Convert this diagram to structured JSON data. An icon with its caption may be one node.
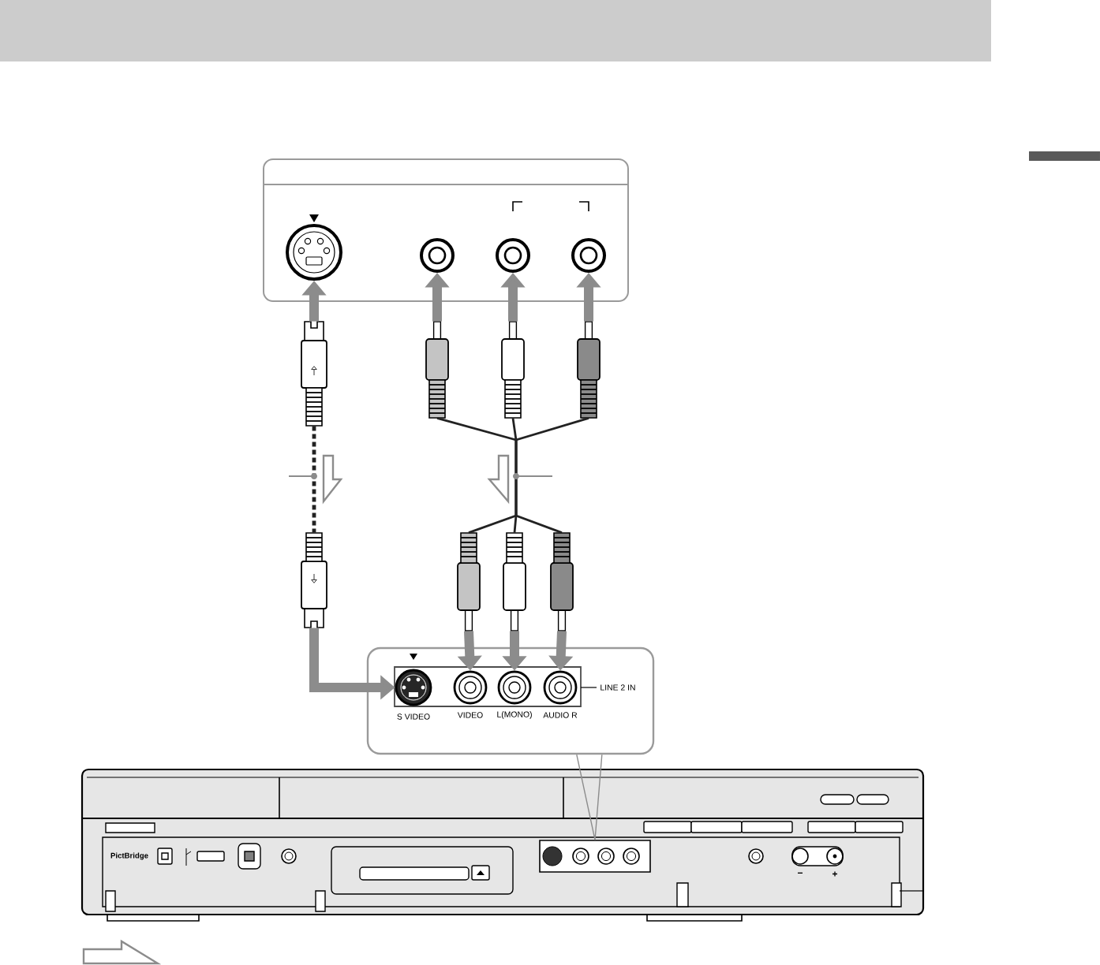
{
  "diagram": {
    "nodes": [
      {
        "text": [],
        "shape": "box"
      },
      {
        "text": [],
        "shape": "circle",
        "in": 0
      },
      {
        "text": [],
        "shape": "circle",
        "in": 0
      },
      {
        "text": [],
        "shape": "circle",
        "in": 0
      },
      {
        "text": [],
        "shape": "circle",
        "in": 0
      },
      {
        "text": [],
        "shape": "picture"
      },
      {
        "text": [],
        "shape": "picture"
      },
      {
        "text": [],
        "shape": "picture"
      },
      {
        "text": [],
        "shape": "picture"
      },
      {
        "text": [],
        "shape": "picture"
      },
      {
        "text": [],
        "shape": "picture"
      },
      {
        "text": [],
        "shape": "picture"
      },
      {
        "text": [],
        "shape": "picture"
      },
      {
        "text": [
          "LINE 2 IN"
        ]
      },
      {
        "text": [],
        "shape": "circle",
        "in": 13,
        "beside": [
          "S VIDEO"
        ]
      },
      {
        "text": [],
        "shape": "circle",
        "in": 13,
        "beside": [
          "VIDEO"
        ]
      },
      {
        "text": [],
        "shape": "circle",
        "in": 13,
        "beside": [
          "L(MONO)"
        ]
      },
      {
        "text": [],
        "shape": "circle",
        "in": 13,
        "beside": [
          "AUDIO R"
        ]
      },
      {
        "text": [],
        "shape": "picture"
      },
      {
        "text": [],
        "shape": "box",
        "in": 18
      }
    ],
    "edges": [
      {
        "from": 5,
        "to": 1,
        "arrow": "to"
      },
      {
        "from": 6,
        "to": 2,
        "arrow": "to"
      },
      {
        "from": 7,
        "to": 3,
        "arrow": "to"
      },
      {
        "from": 8,
        "to": 4,
        "arrow": "to"
      },
      {
        "from": 5,
        "to": 9,
        "arrow": "none",
        "style": "dashed",
        "color": "#222222"
      },
      {
        "from": 6,
        "to": 10,
        "arrow": "none",
        "color": "#222222"
      },
      {
        "from": 7,
        "to": 11,
        "arrow": "none",
        "color": "#222222"
      },
      {
        "from": 8,
        "to": 12,
        "arrow": "none",
        "color": "#222222"
      },
      {
        "from": 9,
        "to": 14,
        "arrow": "to"
      },
      {
        "from": 10,
        "to": 15,
        "arrow": "to"
      },
      {
        "from": 11,
        "to": 16,
        "arrow": "to"
      },
      {
        "from": 12,
        "to": 17,
        "arrow": "to"
      },
      {
        "from": 13,
        "to": 19,
        "arrow": "none"
      }
    ],
    "labels": [
      "PictBridge",
      "−",
      "+"
    ]
  }
}
